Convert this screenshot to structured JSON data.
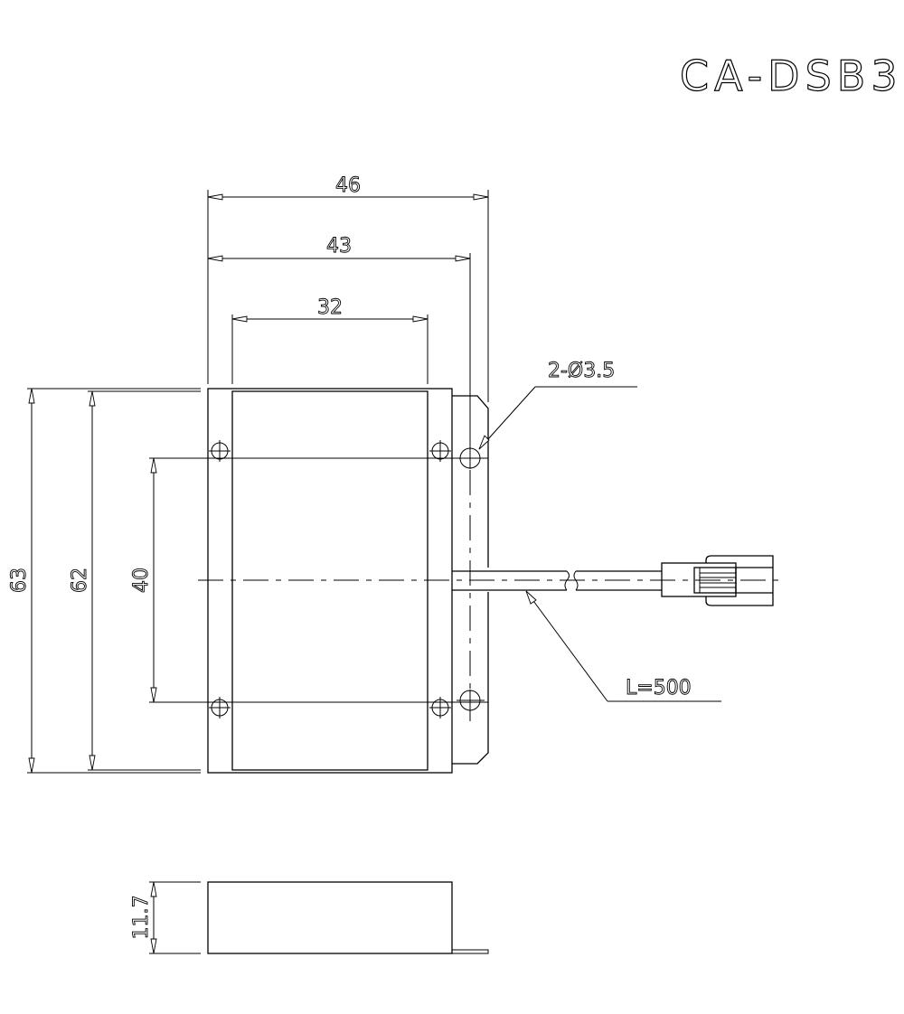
{
  "drawing": {
    "title": "CA-DSB3",
    "dimensions": {
      "width_overall": "46",
      "width_body": "43",
      "width_inner": "32",
      "height_overall": "63",
      "height_body": "62",
      "hole_spacing": "40",
      "thickness": "11.7"
    },
    "callouts": {
      "mounting_holes": "2-Ø3.5",
      "cable_length": "L=500"
    },
    "views": [
      "top-view",
      "side-view"
    ],
    "line_color": "#000000",
    "background": "#ffffff"
  }
}
